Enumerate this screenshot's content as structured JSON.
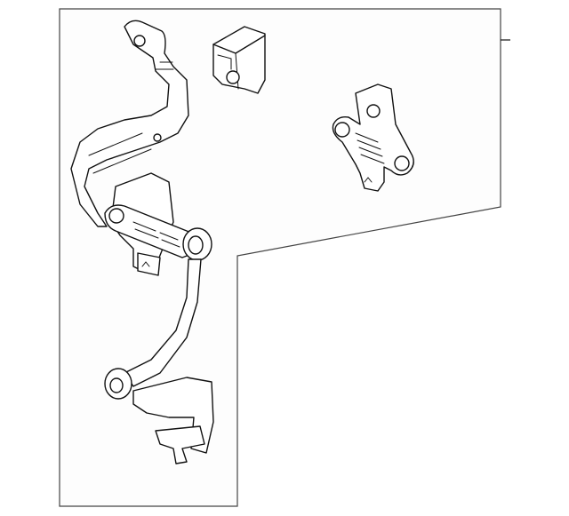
{
  "diagram": {
    "type": "parts-exploded-view",
    "parts": [
      {
        "name": "height-sensor-assembly-with-bracket-and-link"
      },
      {
        "name": "electrical-connector"
      },
      {
        "name": "height-sensor"
      }
    ],
    "colors": {
      "line": "#111111",
      "frame": "#444444",
      "background": "#ffffff"
    }
  }
}
